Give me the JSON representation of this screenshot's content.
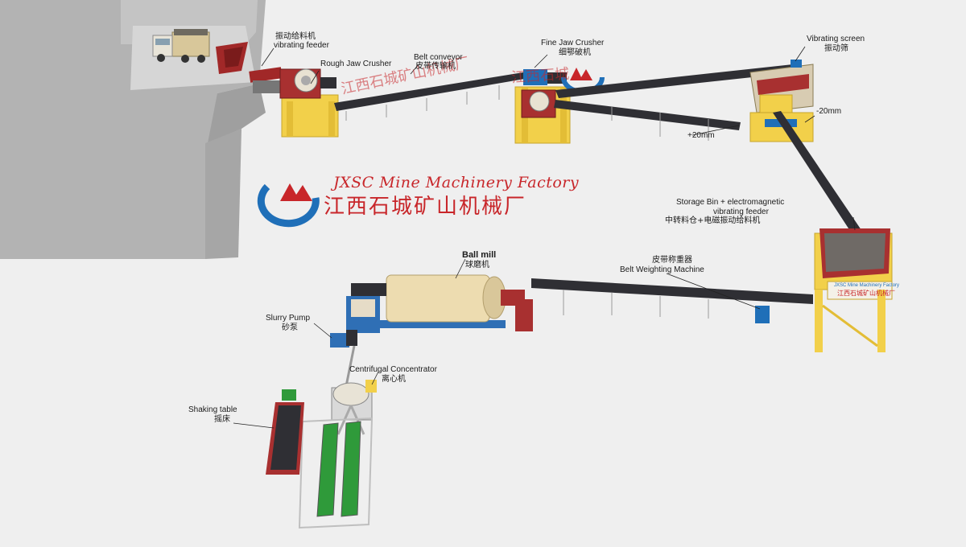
{
  "brand": {
    "name_en": "JXSC Mine Machinery Factory",
    "name_cn": "江西石城矿山机械厂",
    "color": "#c8262a",
    "logo_color": "#1f6fb8"
  },
  "watermark": {
    "ghost_left": "江西石城矿山机械厂",
    "ghost_right": "江西石城"
  },
  "labels": {
    "vibrating_feeder_cn": "振动给料机",
    "vibrating_feeder_en": "vibrating feeder",
    "rough_jaw_en": "Rough Jaw Crusher",
    "belt_conveyor_en": "Belt conveyor",
    "belt_conveyor_cn": "皮带传输机",
    "fine_jaw_en": "Fine Jaw Crusher",
    "fine_jaw_cn": "细鄂破机",
    "vibrating_screen_en": "Vibrating screen",
    "vibrating_screen_cn": "振动筛",
    "minus20": "-20mm",
    "plus20": "+20mm",
    "storage_bin_en_1": "Storage Bin + electromagnetic",
    "storage_bin_en_2": "vibrating feeder",
    "storage_bin_cn": "中转料仓+电磁振动给料机",
    "bin_plate": "JXSC Mine Machinery Factory",
    "bin_plate_cn": "江西石城矿山机械厂",
    "belt_weigh_cn": "皮带称重器",
    "belt_weigh_en": "Belt Weighting Machine",
    "ball_mill_en": "Ball mill",
    "ball_mill_cn": "球磨机",
    "slurry_pump_en": "Slurry Pump",
    "slurry_pump_cn": "砂泵",
    "centrifugal_en": "Centrifugal Concentrator",
    "centrifugal_cn": "离心机",
    "shaking_table_en": "Shaking table",
    "shaking_table_cn": "摇床"
  },
  "colors": {
    "frame_yellow": "#f2d04a",
    "belt_dark": "#2f2f34",
    "machine_red": "#b22a2a",
    "mill_cream": "#eddcb0",
    "pump_blue": "#2f6fb5",
    "sluice_green": "#2f9a3a",
    "ground": "#a9a9a9"
  }
}
